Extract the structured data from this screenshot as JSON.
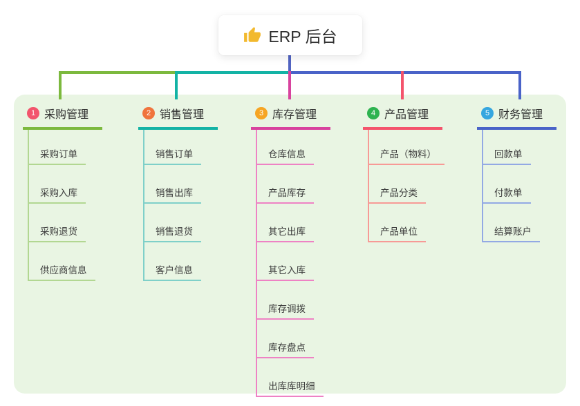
{
  "root": {
    "label": "ERP 后台",
    "icon": "thumbs-up-icon",
    "icon_color": "#f2b92e"
  },
  "colors": {
    "page_bg": "#ffffff",
    "panel_bg": "#e9f5e3",
    "root_connector": "#5264c2"
  },
  "branches": [
    {
      "id": "purchase",
      "number": "1",
      "label": "采购管理",
      "badge_color": "#f2556d",
      "line_color": "#7cb93e",
      "child_line_color": "#b2d792",
      "children": [
        "采购订单",
        "采购入库",
        "采购退货",
        "供应商信息"
      ]
    },
    {
      "id": "sales",
      "number": "2",
      "label": "销售管理",
      "badge_color": "#f0743d",
      "line_color": "#13b3a5",
      "child_line_color": "#7fd0c9",
      "children": [
        "销售订单",
        "销售出库",
        "销售退货",
        "客户信息"
      ]
    },
    {
      "id": "inventory",
      "number": "3",
      "label": "库存管理",
      "badge_color": "#f6a523",
      "line_color": "#d8439e",
      "child_line_color": "#ee82c4",
      "children": [
        "仓库信息",
        "产品库存",
        "其它出库",
        "其它入库",
        "库存调拨",
        "库存盘点",
        "出库库明细"
      ]
    },
    {
      "id": "product",
      "number": "4",
      "label": "产品管理",
      "badge_color": "#2eb350",
      "line_color": "#f4546c",
      "child_line_color": "#f79a96",
      "children": [
        "产品（物料）",
        "产品分类",
        "产品单位"
      ]
    },
    {
      "id": "finance",
      "number": "5",
      "label": "财务管理",
      "badge_color": "#36a6df",
      "line_color": "#4a63c8",
      "child_line_color": "#93a9e4",
      "children": [
        "回款单",
        "付款单",
        "结算账户"
      ]
    }
  ]
}
